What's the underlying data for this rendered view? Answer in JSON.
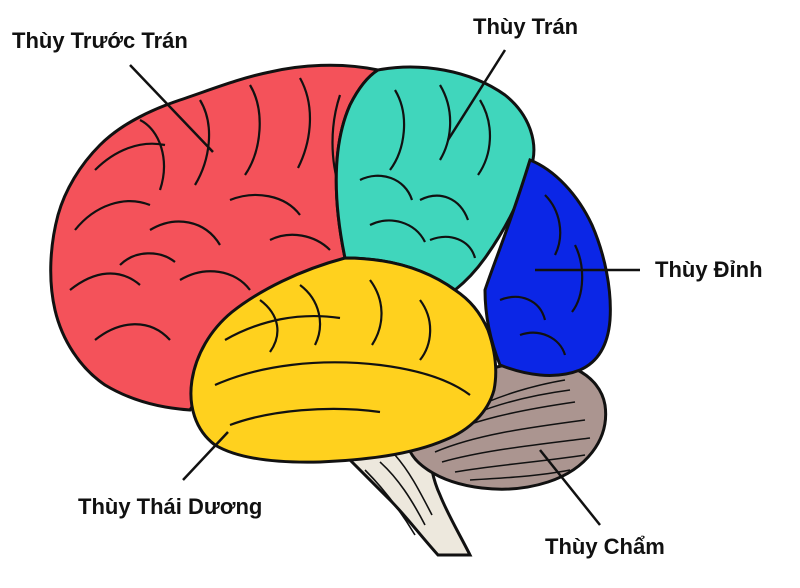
{
  "labels": {
    "frontal": "Thùy Trước Trán",
    "top": "Thùy Trán",
    "parietal": "Thùy Đỉnh",
    "temporal": "Thùy Thái Dương",
    "occipital": "Thùy Chẩm"
  },
  "colors": {
    "frontal": "#f4525a",
    "top": "#40d6bc",
    "parietal": "#0b26e6",
    "temporal": "#ffd11e",
    "cerebellum": "#ab9590",
    "brainstem": "#ede8dd",
    "outline": "#111111"
  }
}
